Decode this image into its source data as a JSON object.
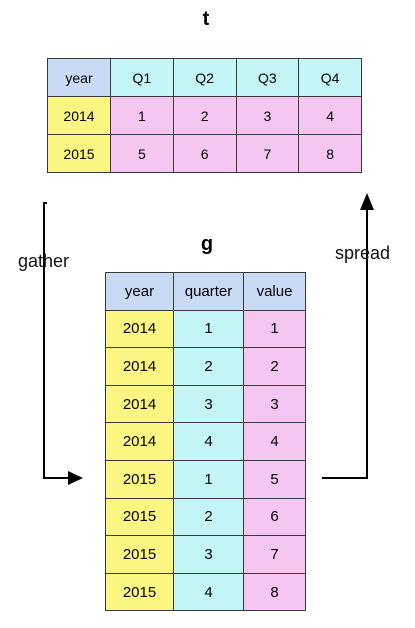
{
  "title_t": "t",
  "title_g": "g",
  "label_gather": "gather",
  "label_spread": "spread",
  "table_t": {
    "header": [
      "year",
      "Q1",
      "Q2",
      "Q3",
      "Q4"
    ],
    "rows": [
      [
        "2014",
        "1",
        "2",
        "3",
        "4"
      ],
      [
        "2015",
        "5",
        "6",
        "7",
        "8"
      ]
    ]
  },
  "table_g": {
    "header": [
      "year",
      "quarter",
      "value"
    ],
    "rows": [
      [
        "2014",
        "1",
        "1"
      ],
      [
        "2014",
        "2",
        "2"
      ],
      [
        "2014",
        "3",
        "3"
      ],
      [
        "2014",
        "4",
        "4"
      ],
      [
        "2015",
        "1",
        "5"
      ],
      [
        "2015",
        "2",
        "6"
      ],
      [
        "2015",
        "3",
        "7"
      ],
      [
        "2015",
        "4",
        "8"
      ]
    ]
  },
  "colors": {
    "header": "#c9daf5",
    "year": "#fbf582",
    "cyan": "#c3f5f6",
    "pink": "#f6c6f3"
  }
}
